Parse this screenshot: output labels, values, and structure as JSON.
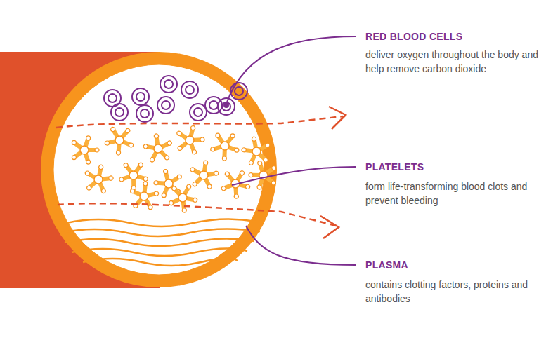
{
  "diagram": {
    "labels": [
      "RED BLOOD CELLS",
      "deliver oxygen throughout the body and help remove carbon dioxide",
      "PLATELETS",
      "form life-transforming blood clots and prevent bleeding",
      "PLASMA",
      "contains clotting factors, proteins and antibodies"
    ]
  }
}
